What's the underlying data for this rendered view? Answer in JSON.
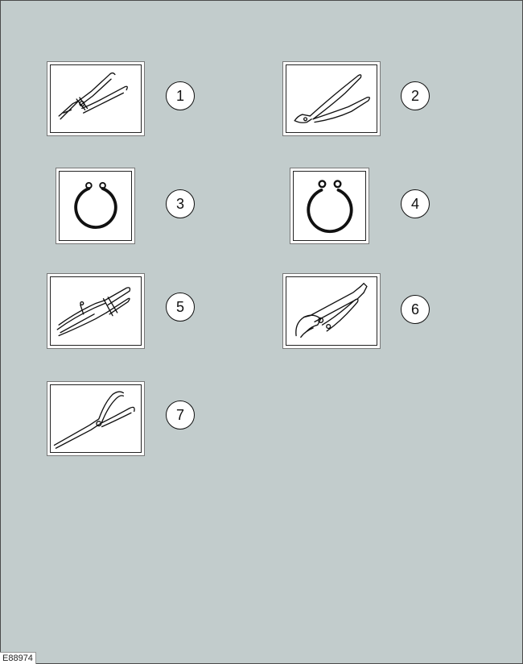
{
  "figure_id": "E88974",
  "items": [
    {
      "number": "1",
      "icon": "combination-pliers-icon"
    },
    {
      "number": "2",
      "icon": "external-circlip-pliers-icon"
    },
    {
      "number": "3",
      "icon": "internal-circlip-icon"
    },
    {
      "number": "4",
      "icon": "external-circlip-icon"
    },
    {
      "number": "5",
      "icon": "side-cutting-pliers-icon"
    },
    {
      "number": "6",
      "icon": "locking-pliers-icon"
    },
    {
      "number": "7",
      "icon": "long-nose-pliers-icon"
    }
  ]
}
